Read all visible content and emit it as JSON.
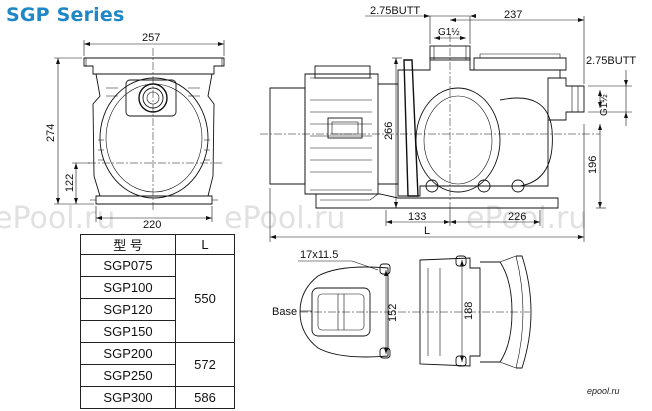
{
  "title": "SGP Series",
  "watermark": "ePool.ru",
  "logo_text": "epool.ru",
  "dimensions": {
    "front_width": "257",
    "front_height": "274",
    "front_center_height": "122",
    "front_base_width": "220",
    "side_inlet_outlet": "2.75BUTT",
    "side_g_thread_top": "G1½",
    "side_top_length": "237",
    "side_outlet_label": "2.75BUTT",
    "side_g_thread_right": "G1½",
    "side_height": "266",
    "side_outlet_height": "196",
    "side_base_left": "133",
    "side_base_right": "226",
    "side_total_length": "L",
    "base_slot": "17x11.5",
    "base_label": "Base",
    "base_width_152": "152",
    "base_width_188": "188"
  },
  "table": {
    "header_model": "型 号",
    "header_length": "L",
    "groups": [
      {
        "models": [
          "SGP075",
          "SGP100",
          "SGP120",
          "SGP150"
        ],
        "length": "550"
      },
      {
        "models": [
          "SGP200",
          "SGP250"
        ],
        "length": "572"
      },
      {
        "models": [
          "SGP300"
        ],
        "length": "586"
      }
    ]
  }
}
